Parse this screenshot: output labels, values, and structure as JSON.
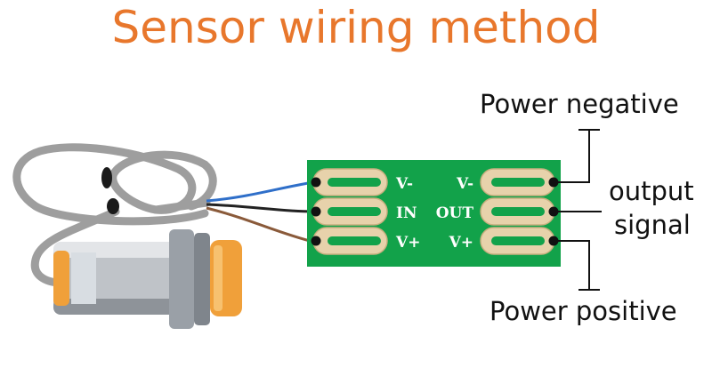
{
  "title": "Sensor wiring method",
  "labels": {
    "power_negative": "Power negative",
    "output_signal_line1": "output",
    "output_signal_line2": "signal",
    "power_positive": "Power positive"
  },
  "board": {
    "left_marks": [
      "V-",
      "IN",
      "V+"
    ],
    "right_marks": [
      "V-",
      "OUT",
      "V+"
    ]
  },
  "colors": {
    "title": "#e8772c",
    "pcb": "#12a24a",
    "pads": "#e7d2ab",
    "sensor_cap": "#f0a03a"
  }
}
